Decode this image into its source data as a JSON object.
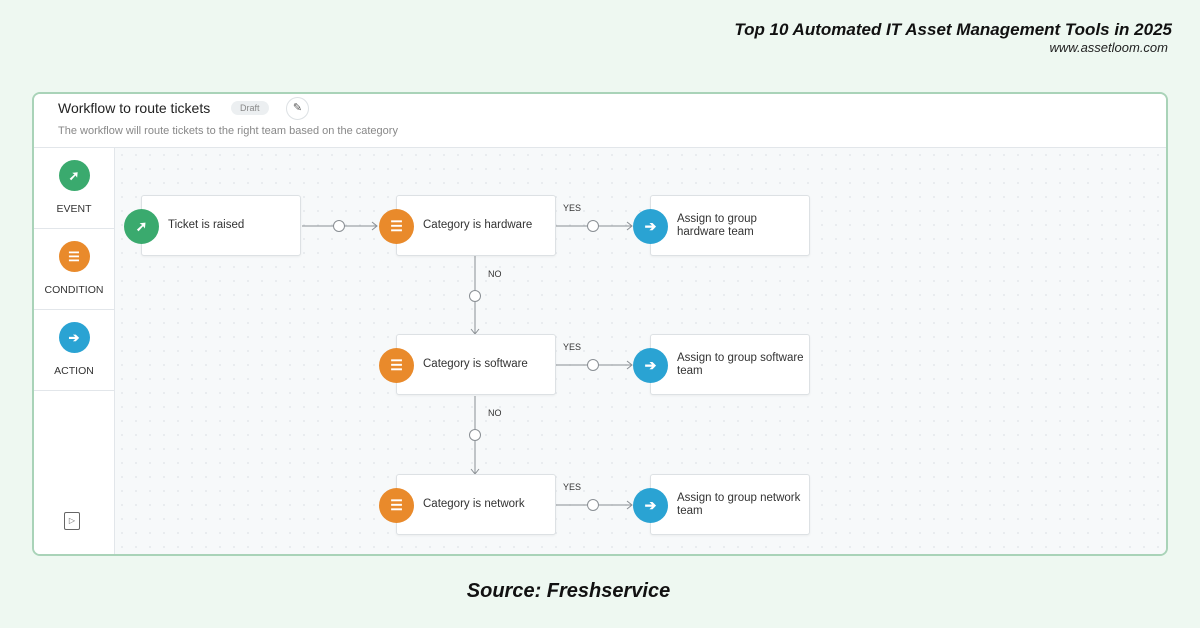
{
  "branding": {
    "title": "Top 10 Automated IT Asset Management Tools in 2025",
    "url": "www.assetloom.com"
  },
  "source": "Source: Freshservice",
  "header": {
    "title": "Workflow to route tickets",
    "badge": "Draft",
    "subtitle": "The workflow will route tickets to the right team based on the category"
  },
  "sidebar": {
    "items": [
      {
        "label": "EVENT",
        "icon": "cursor-click-icon",
        "color": "#3aaa6e"
      },
      {
        "label": "CONDITION",
        "icon": "sliders-icon",
        "color": "#e98a2b"
      },
      {
        "label": "ACTION",
        "icon": "arrow-right-icon",
        "color": "#2aa3d3"
      }
    ]
  },
  "nodes": {
    "event": "Ticket is raised",
    "conditions": [
      "Category is hardware",
      "Category is software",
      "Category is network"
    ],
    "actions": [
      "Assign to group hardware team",
      "Assign to group software team",
      "Assign to group network team"
    ]
  },
  "labels": {
    "yes": "YES",
    "no": "NO"
  }
}
